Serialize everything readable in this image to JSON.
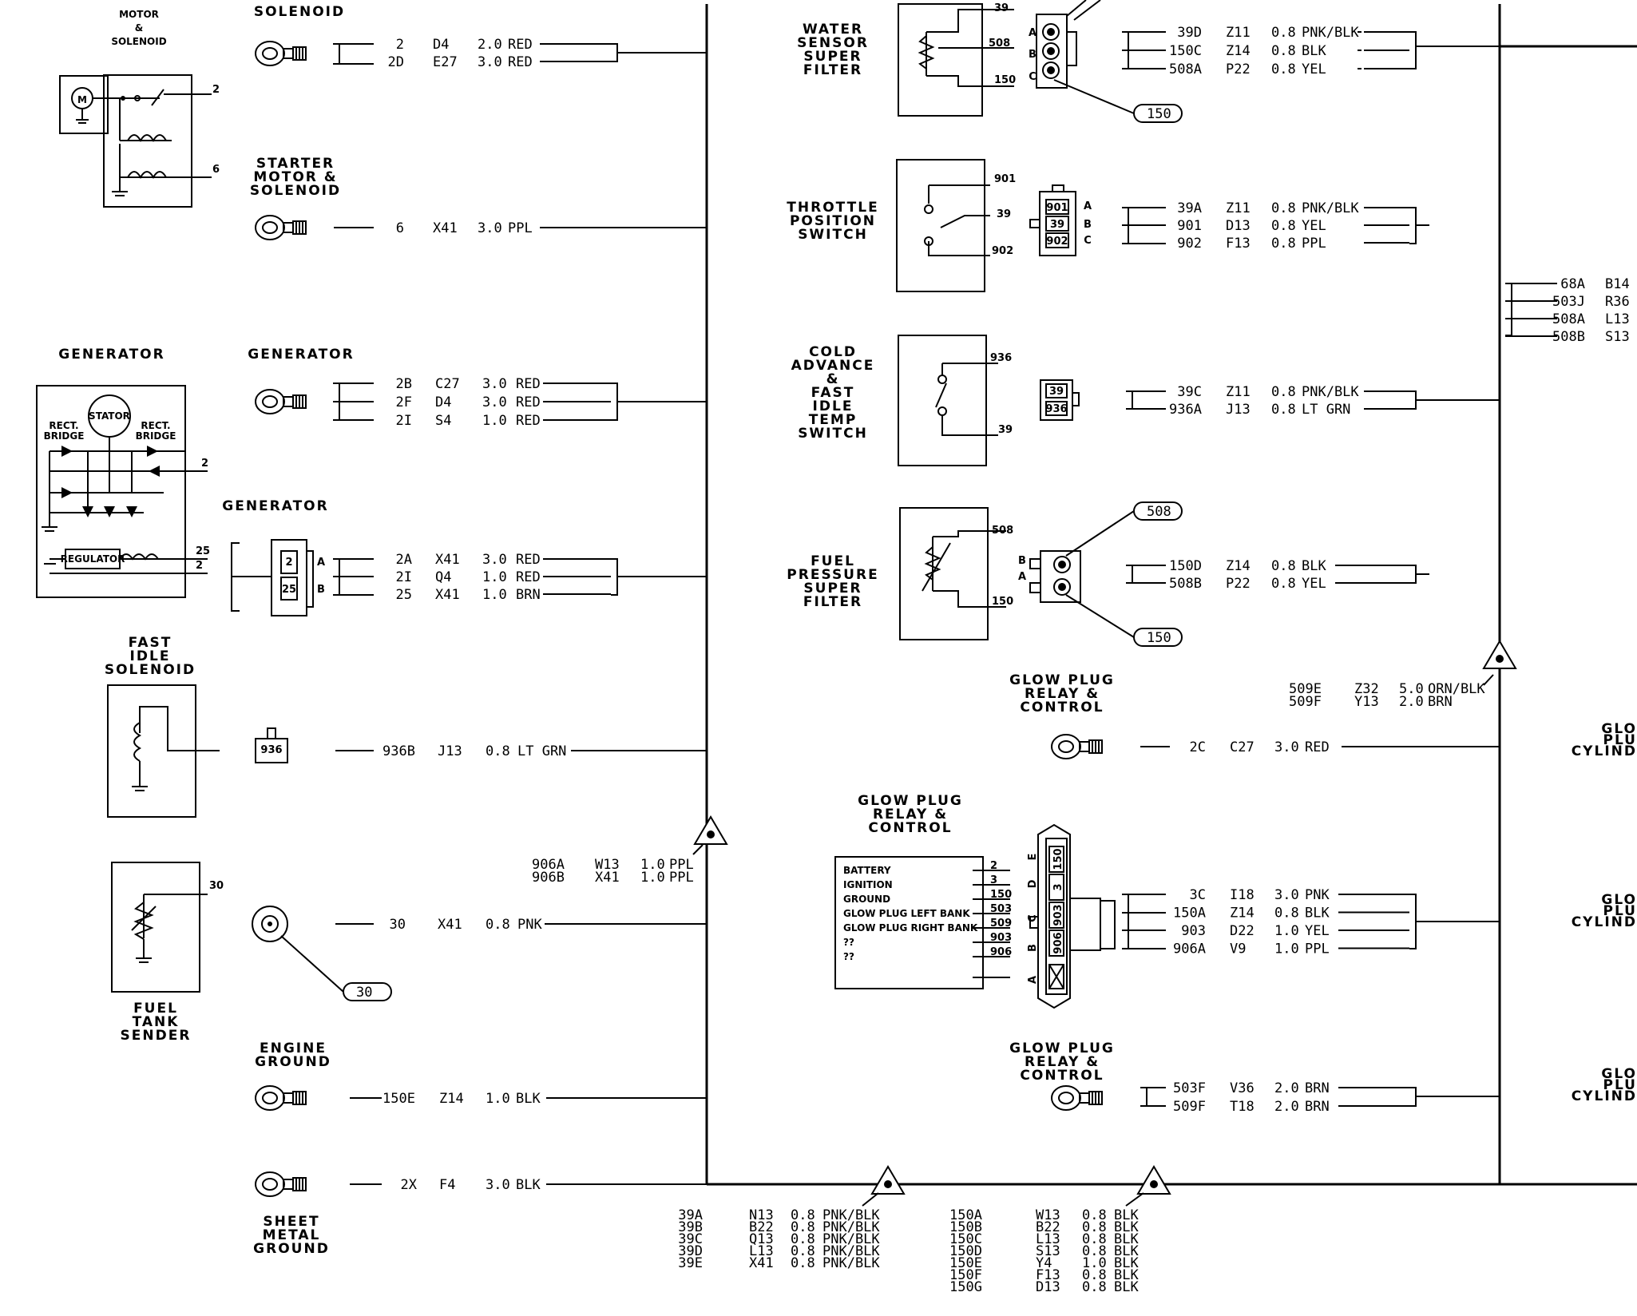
{
  "diagram": {
    "left_components": [
      {
        "key": "motor_solenoid",
        "title": [
          "MOTOR",
          "&",
          "SOLENOID"
        ],
        "pins": [
          "2",
          "6"
        ]
      },
      {
        "key": "solenoid",
        "title": [
          "SOLENOID"
        ],
        "wires": [
          {
            "circuit": "2",
            "code": "D4",
            "gauge": "2.0",
            "color": "RED"
          },
          {
            "circuit": "2D",
            "code": "E27",
            "gauge": "3.0",
            "color": "RED"
          }
        ]
      },
      {
        "key": "starter",
        "title": [
          "STARTER",
          "MOTOR &",
          "SOLENOID"
        ],
        "wires": [
          {
            "circuit": "6",
            "code": "X41",
            "gauge": "3.0",
            "color": "PPL"
          }
        ]
      },
      {
        "key": "generator_schem",
        "title": [
          "GENERATOR"
        ],
        "labels": {
          "stator": "STATOR",
          "rect_left": [
            "RECT.",
            "BRIDGE"
          ],
          "rect_right": [
            "RECT.",
            "BRIDGE"
          ],
          "regulator": "REGULATOR"
        },
        "pins": [
          "2",
          "25",
          "2"
        ]
      },
      {
        "key": "generator_ring",
        "title": [
          "GENERATOR"
        ],
        "wires": [
          {
            "circuit": "2B",
            "code": "C27",
            "gauge": "3.0",
            "color": "RED"
          },
          {
            "circuit": "2F",
            "code": "D4",
            "gauge": "3.0",
            "color": "RED"
          },
          {
            "circuit": "2I",
            "code": "S4",
            "gauge": "1.0",
            "color": "RED"
          }
        ]
      },
      {
        "key": "generator_conn",
        "title": [
          "GENERATOR"
        ],
        "pins": [
          "2",
          "25"
        ],
        "pin_letters": [
          "A",
          "B"
        ],
        "wires": [
          {
            "circuit": "2A",
            "code": "X41",
            "gauge": "3.0",
            "color": "RED"
          },
          {
            "circuit": "2I",
            "code": "Q4",
            "gauge": "1.0",
            "color": "RED"
          },
          {
            "circuit": "25",
            "code": "X41",
            "gauge": "1.0",
            "color": "BRN"
          }
        ]
      },
      {
        "key": "fast_idle",
        "title": [
          "FAST",
          "IDLE",
          "SOLENOID"
        ],
        "pins": [
          "936"
        ],
        "wires": [
          {
            "circuit": "936B",
            "code": "J13",
            "gauge": "0.8",
            "color": "LT GRN"
          }
        ]
      },
      {
        "key": "fuel_tank",
        "title": [
          "FUEL",
          "TANK",
          "SENDER"
        ],
        "pins": [
          "30"
        ],
        "callout": "30",
        "wires": [
          {
            "circuit": "30",
            "code": "X41",
            "gauge": "0.8",
            "color": "PNK"
          }
        ]
      },
      {
        "key": "engine_ground",
        "title": [
          "ENGINE",
          "GROUND"
        ],
        "wires": [
          {
            "circuit": "150E",
            "code": "Z14",
            "gauge": "1.0",
            "color": "BLK"
          }
        ]
      },
      {
        "key": "sheet_metal",
        "title": [
          "SHEET",
          "METAL",
          "GROUND"
        ],
        "wires": [
          {
            "circuit": "2X",
            "code": "F4",
            "gauge": "3.0",
            "color": "BLK"
          }
        ]
      }
    ],
    "splice_left": {
      "rows": [
        {
          "circuit": "906A",
          "code": "W13",
          "gauge": "1.0",
          "color": "PPL"
        },
        {
          "circuit": "906B",
          "code": "X41",
          "gauge": "1.0",
          "color": "PPL"
        }
      ]
    },
    "right_components": [
      {
        "key": "water_sensor",
        "title": [
          "WATER",
          "SENSOR",
          "SUPER",
          "FILTER"
        ],
        "pins": [
          "39",
          "508",
          "150"
        ],
        "pin_letters": [
          "C",
          "B",
          "A"
        ],
        "callout": "150",
        "wires": [
          {
            "circuit": "39D",
            "code": "Z11",
            "gauge": "0.8",
            "color": "PNK/BLK"
          },
          {
            "circuit": "150C",
            "code": "Z14",
            "gauge": "0.8",
            "color": "BLK"
          },
          {
            "circuit": "508A",
            "code": "P22",
            "gauge": "0.8",
            "color": "YEL"
          }
        ]
      },
      {
        "key": "throttle",
        "title": [
          "THROTTLE",
          "POSITION",
          "SWITCH"
        ],
        "pins": [
          "901",
          "39",
          "902"
        ],
        "pin_letters": [
          "C",
          "B",
          "A"
        ],
        "wires": [
          {
            "circuit": "39A",
            "code": "Z11",
            "gauge": "0.8",
            "color": "PNK/BLK"
          },
          {
            "circuit": "901",
            "code": "D13",
            "gauge": "0.8",
            "color": "YEL"
          },
          {
            "circuit": "902",
            "code": "F13",
            "gauge": "0.8",
            "color": "PPL"
          }
        ]
      },
      {
        "key": "cold_advance",
        "title": [
          "COLD",
          "ADVANCE",
          "&",
          "FAST",
          "IDLE",
          "TEMP",
          "SWITCH"
        ],
        "pins": [
          "936",
          "39"
        ],
        "wires": [
          {
            "circuit": "39C",
            "code": "Z11",
            "gauge": "0.8",
            "color": "PNK/BLK"
          },
          {
            "circuit": "936A",
            "code": "J13",
            "gauge": "0.8",
            "color": "LT GRN"
          }
        ]
      },
      {
        "key": "fuel_pressure",
        "title": [
          "FUEL",
          "PRESSURE",
          "SUPER",
          "FILTER"
        ],
        "pins": [
          "508",
          "150"
        ],
        "pin_letters": [
          "A",
          "B"
        ],
        "callouts": [
          "508",
          "150"
        ],
        "wires": [
          {
            "circuit": "150D",
            "code": "Z14",
            "gauge": "0.8",
            "color": "BLK"
          },
          {
            "circuit": "508B",
            "code": "P22",
            "gauge": "0.8",
            "color": "YEL"
          }
        ]
      },
      {
        "key": "glow_ring1",
        "title": [
          "GLOW PLUG",
          "RELAY &",
          "CONTROL"
        ],
        "wires": [
          {
            "circuit": "2C",
            "code": "C27",
            "gauge": "3.0",
            "color": "RED"
          }
        ]
      },
      {
        "key": "glow_relay",
        "title": [
          "GLOW PLUG",
          "RELAY &",
          "CONTROL"
        ],
        "box_rows": [
          {
            "label": "BATTERY",
            "pin": "2"
          },
          {
            "label": "IGNITION",
            "pin": "3"
          },
          {
            "label": "GROUND",
            "pin": "150"
          },
          {
            "label": "GLOW PLUG LEFT BANK",
            "pin": "503"
          },
          {
            "label": "GLOW PLUG RIGHT BANK",
            "pin": "509"
          },
          {
            "label": "??",
            "pin": "903"
          },
          {
            "label": "??",
            "pin": "906"
          }
        ],
        "conn_pins": [
          "150",
          "3",
          "903",
          "906"
        ],
        "pin_letters": [
          "E",
          "D",
          "C",
          "B",
          "A"
        ],
        "wires": [
          {
            "circuit": "3C",
            "code": "I18",
            "gauge": "3.0",
            "color": "PNK"
          },
          {
            "circuit": "150A",
            "code": "Z14",
            "gauge": "0.8",
            "color": "BLK"
          },
          {
            "circuit": "903",
            "code": "D22",
            "gauge": "1.0",
            "color": "YEL"
          },
          {
            "circuit": "906A",
            "code": "V9",
            "gauge": "1.0",
            "color": "PPL"
          }
        ]
      },
      {
        "key": "glow_ring2",
        "title": [
          "GLOW PLUG",
          "RELAY &",
          "CONTROL"
        ],
        "wires": [
          {
            "circuit": "503F",
            "code": "V36",
            "gauge": "2.0",
            "color": "BRN"
          },
          {
            "circuit": "509F",
            "code": "T18",
            "gauge": "2.0",
            "color": "BRN"
          }
        ]
      }
    ],
    "splice_right": {
      "rows": [
        {
          "circuit": "509E",
          "code": "Z32",
          "gauge": "5.0",
          "color": "ORN/BLK"
        },
        {
          "circuit": "509F",
          "code": "Y13",
          "gauge": "2.0",
          "color": "BRN"
        }
      ]
    },
    "far_right": {
      "rows": [
        {
          "circuit": "68A",
          "code": "B14"
        },
        {
          "circuit": "503J",
          "code": "R36"
        },
        {
          "circuit": "508A",
          "code": "L13"
        },
        {
          "circuit": "508B",
          "code": "S13"
        }
      ],
      "glo_labels": [
        [
          "GLO",
          "PLU",
          "CYLIND"
        ],
        [
          "GLO",
          "PLU",
          "CYLIND"
        ],
        [
          "GLO",
          "PLU",
          "CYLIND"
        ]
      ]
    },
    "bottom_splices": [
      {
        "rows": [
          {
            "circuit": "39A",
            "code": "N13",
            "gauge": "0.8",
            "color": "PNK/BLK"
          },
          {
            "circuit": "39B",
            "code": "B22",
            "gauge": "0.8",
            "color": "PNK/BLK"
          },
          {
            "circuit": "39C",
            "code": "Q13",
            "gauge": "0.8",
            "color": "PNK/BLK"
          },
          {
            "circuit": "39D",
            "code": "L13",
            "gauge": "0.8",
            "color": "PNK/BLK"
          },
          {
            "circuit": "39E",
            "code": "X41",
            "gauge": "0.8",
            "color": "PNK/BLK"
          }
        ]
      },
      {
        "rows": [
          {
            "circuit": "150A",
            "code": "W13",
            "gauge": "0.8",
            "color": "BLK"
          },
          {
            "circuit": "150B",
            "code": "B22",
            "gauge": "0.8",
            "color": "BLK"
          },
          {
            "circuit": "150C",
            "code": "L13",
            "gauge": "0.8",
            "color": "BLK"
          },
          {
            "circuit": "150D",
            "code": "S13",
            "gauge": "0.8",
            "color": "BLK"
          },
          {
            "circuit": "150E",
            "code": "Y4",
            "gauge": "1.0",
            "color": "BLK"
          },
          {
            "circuit": "150F",
            "code": "F13",
            "gauge": "0.8",
            "color": "BLK"
          },
          {
            "circuit": "150G",
            "code": "D13",
            "gauge": "0.8",
            "color": "BLK"
          }
        ]
      }
    ]
  }
}
